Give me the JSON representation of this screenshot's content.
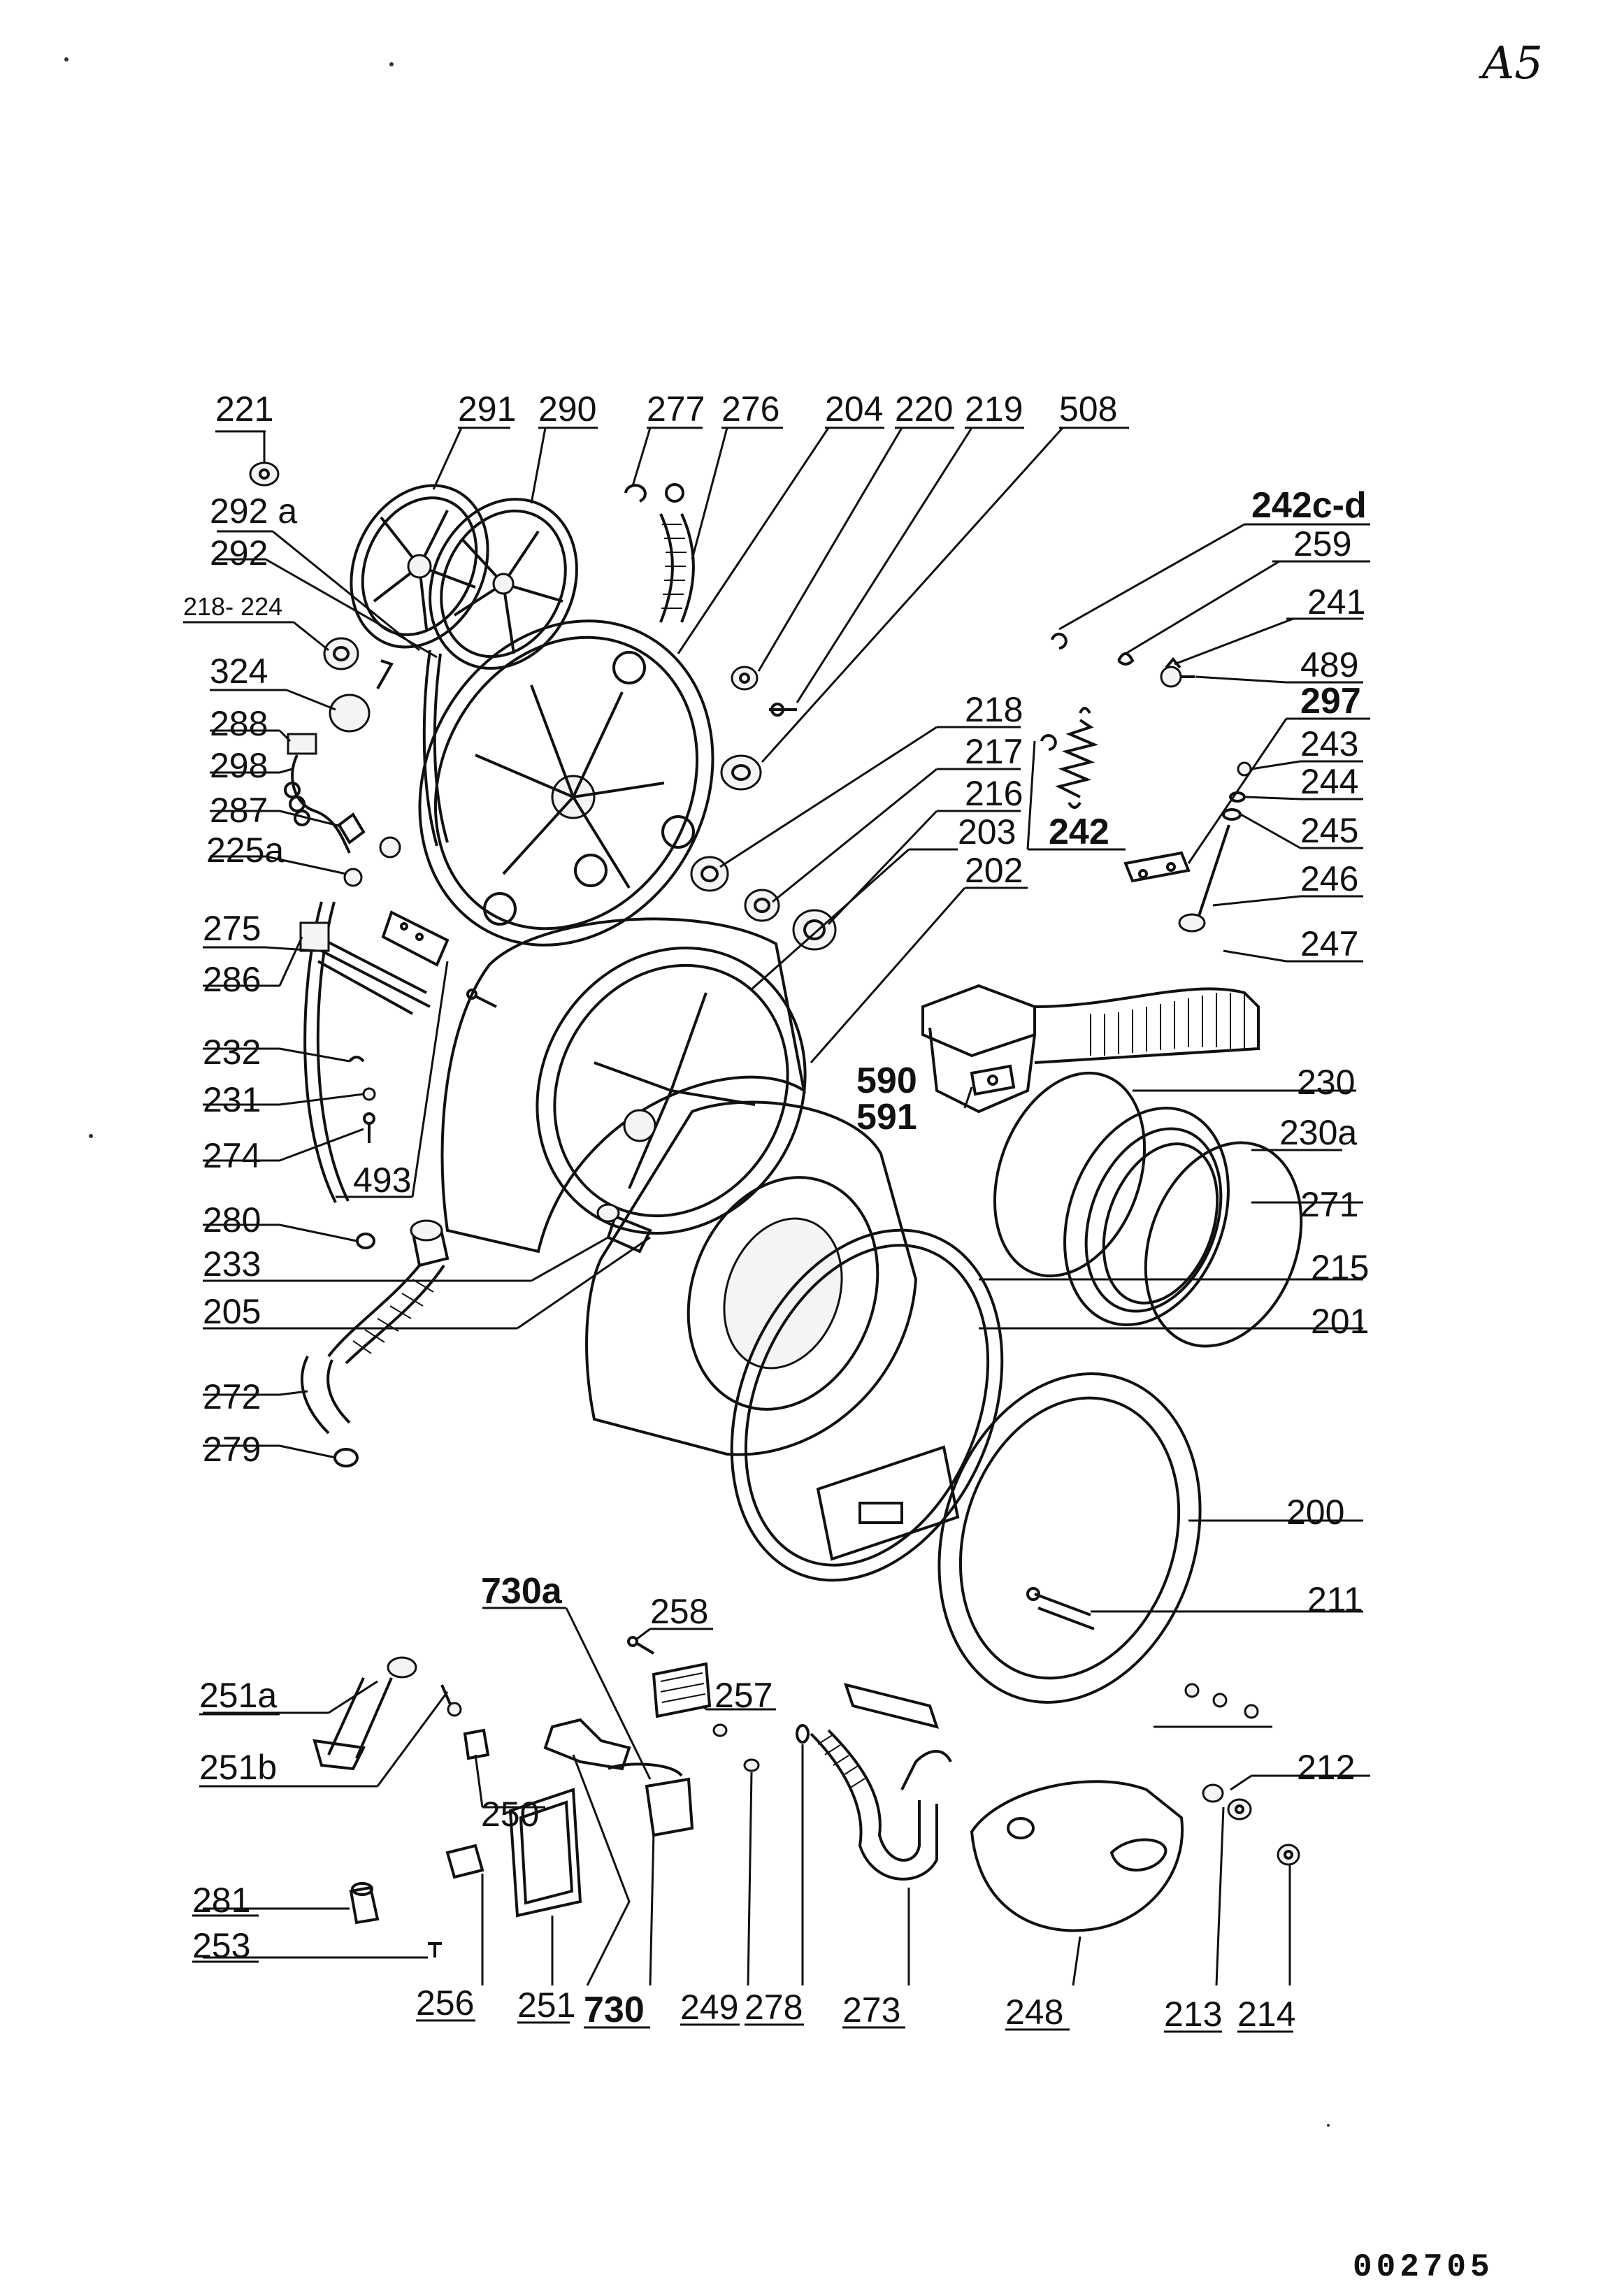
{
  "sheet_id": "A5",
  "drawing_number": "002705",
  "labels": [
    {
      "id": "221",
      "text": "221"
    },
    {
      "id": "291",
      "text": "291"
    },
    {
      "id": "290",
      "text": "290"
    },
    {
      "id": "277",
      "text": "277"
    },
    {
      "id": "276",
      "text": "276"
    },
    {
      "id": "204",
      "text": "204"
    },
    {
      "id": "220",
      "text": "220"
    },
    {
      "id": "219",
      "text": "219"
    },
    {
      "id": "508",
      "text": "508"
    },
    {
      "id": "242cd",
      "text": "242c-d"
    },
    {
      "id": "259",
      "text": "259"
    },
    {
      "id": "241",
      "text": "241"
    },
    {
      "id": "489",
      "text": "489"
    },
    {
      "id": "297",
      "text": "297"
    },
    {
      "id": "243",
      "text": "243"
    },
    {
      "id": "244",
      "text": "244"
    },
    {
      "id": "245",
      "text": "245"
    },
    {
      "id": "246",
      "text": "246"
    },
    {
      "id": "247",
      "text": "247"
    },
    {
      "id": "292a",
      "text": "292 a"
    },
    {
      "id": "292",
      "text": "292"
    },
    {
      "id": "218_224",
      "text": "218- 224"
    },
    {
      "id": "324",
      "text": "324"
    },
    {
      "id": "288",
      "text": "288"
    },
    {
      "id": "298",
      "text": "298"
    },
    {
      "id": "287",
      "text": "287"
    },
    {
      "id": "225a",
      "text": "225a"
    },
    {
      "id": "218",
      "text": "218"
    },
    {
      "id": "217",
      "text": "217"
    },
    {
      "id": "216",
      "text": "216"
    },
    {
      "id": "203",
      "text": "203"
    },
    {
      "id": "242",
      "text": "242"
    },
    {
      "id": "202",
      "text": "202"
    },
    {
      "id": "275",
      "text": "275"
    },
    {
      "id": "286",
      "text": "286"
    },
    {
      "id": "232",
      "text": "232"
    },
    {
      "id": "231",
      "text": "231"
    },
    {
      "id": "274",
      "text": "274"
    },
    {
      "id": "493",
      "text": "493"
    },
    {
      "id": "280",
      "text": "280"
    },
    {
      "id": "233",
      "text": "233"
    },
    {
      "id": "205",
      "text": "205"
    },
    {
      "id": "272",
      "text": "272"
    },
    {
      "id": "279",
      "text": "279"
    },
    {
      "id": "590",
      "text": "590"
    },
    {
      "id": "591",
      "text": "591"
    },
    {
      "id": "230",
      "text": "230"
    },
    {
      "id": "230a",
      "text": "230a"
    },
    {
      "id": "271",
      "text": "271"
    },
    {
      "id": "215",
      "text": "215"
    },
    {
      "id": "201",
      "text": "201"
    },
    {
      "id": "200",
      "text": "200"
    },
    {
      "id": "211",
      "text": "211"
    },
    {
      "id": "212",
      "text": "212"
    },
    {
      "id": "730a",
      "text": "730a"
    },
    {
      "id": "258",
      "text": "258"
    },
    {
      "id": "257",
      "text": "257"
    },
    {
      "id": "251a",
      "text": "251a"
    },
    {
      "id": "251b",
      "text": "251b"
    },
    {
      "id": "250",
      "text": "250"
    },
    {
      "id": "281",
      "text": "281"
    },
    {
      "id": "253",
      "text": "253"
    },
    {
      "id": "256",
      "text": "256"
    },
    {
      "id": "251",
      "text": "251"
    },
    {
      "id": "730",
      "text": "730"
    },
    {
      "id": "249",
      "text": "249"
    },
    {
      "id": "278",
      "text": "278"
    },
    {
      "id": "273",
      "text": "273"
    },
    {
      "id": "248",
      "text": "248"
    },
    {
      "id": "213",
      "text": "213"
    },
    {
      "id": "214",
      "text": "214"
    }
  ]
}
